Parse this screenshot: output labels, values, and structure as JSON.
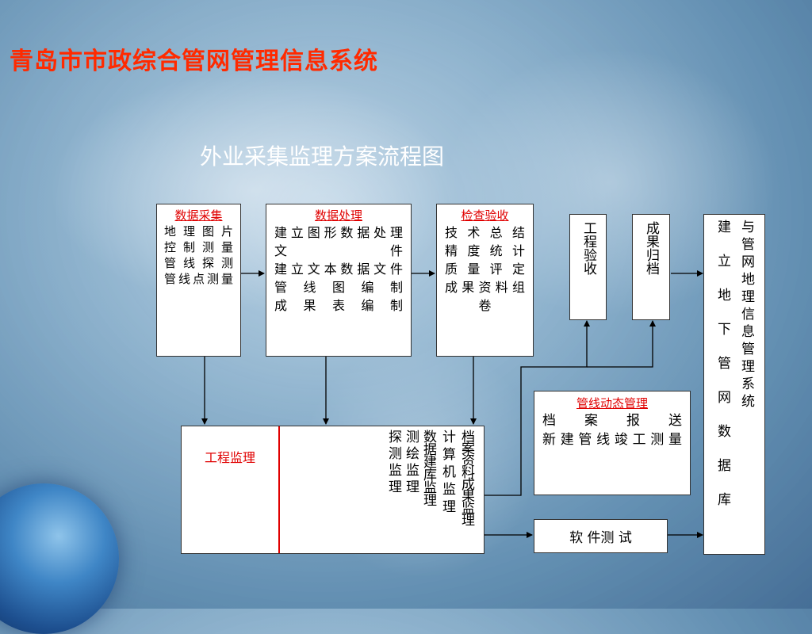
{
  "header": {
    "title": "青岛市市政综合管网管理信息系统",
    "subtitle": "外业采集监理方案流程图"
  },
  "boxes": {
    "collect": {
      "title": "数据采集",
      "lines": [
        "地理图片",
        "控制测量",
        "管线探测",
        "管线点测量"
      ]
    },
    "process": {
      "title": "数据处理",
      "lines": [
        "建立图形数据处理",
        "文件",
        "建立文本数据文件",
        "管线图编制",
        "成果表编制"
      ]
    },
    "inspect": {
      "title": "检查验收",
      "lines": [
        "技术总结",
        "精度统计",
        "质量评定",
        "成果资料组",
        "卷"
      ]
    },
    "accept": {
      "text": "工程验收"
    },
    "archive": {
      "text": "成果归档"
    },
    "system": {
      "col_right": "建立地下管网数据库",
      "col_left": "与管网地理信息管理系统"
    },
    "dynamic": {
      "title": "管线动态管理",
      "lines": [
        "档案报送",
        "新建管线竣工测量"
      ]
    },
    "software": {
      "text": "软 件测 试"
    },
    "supervision": {
      "label": "工程监理",
      "columns": [
        "探测监理",
        "测绘监理",
        "数据建库监理",
        "计算机监理",
        "档案资料成果监理"
      ]
    }
  },
  "colors": {
    "title": "#ff2a00",
    "heading": "#e00000",
    "divider": "#e00000"
  }
}
